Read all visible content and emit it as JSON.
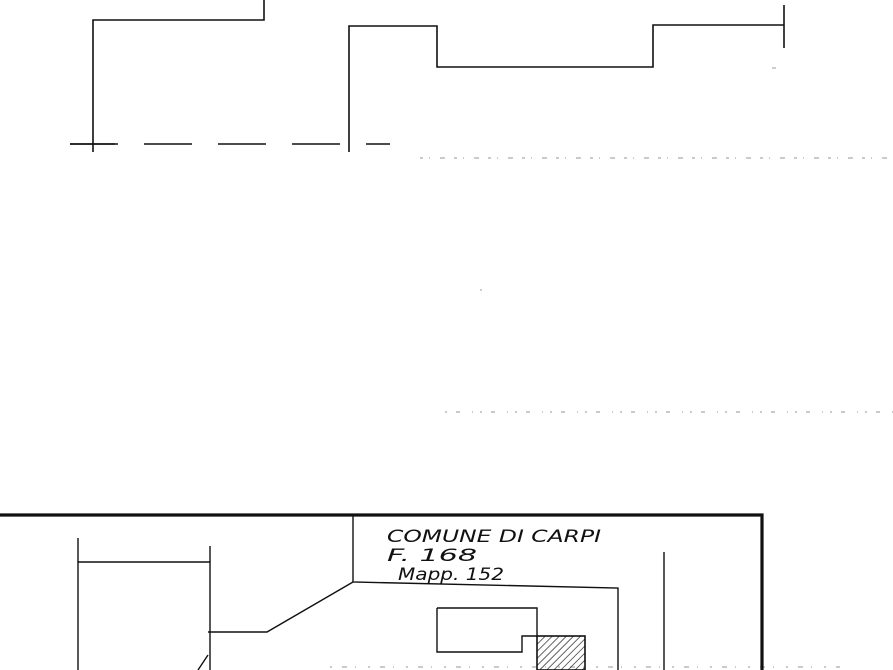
{
  "annotation": {
    "line1": "COMUNE DI CARPI",
    "line2": "F. 168",
    "line3": "Mapp. 152"
  },
  "colors": {
    "ink": "#111111",
    "paper": "#ffffff",
    "noise": "#b8b8b8"
  }
}
